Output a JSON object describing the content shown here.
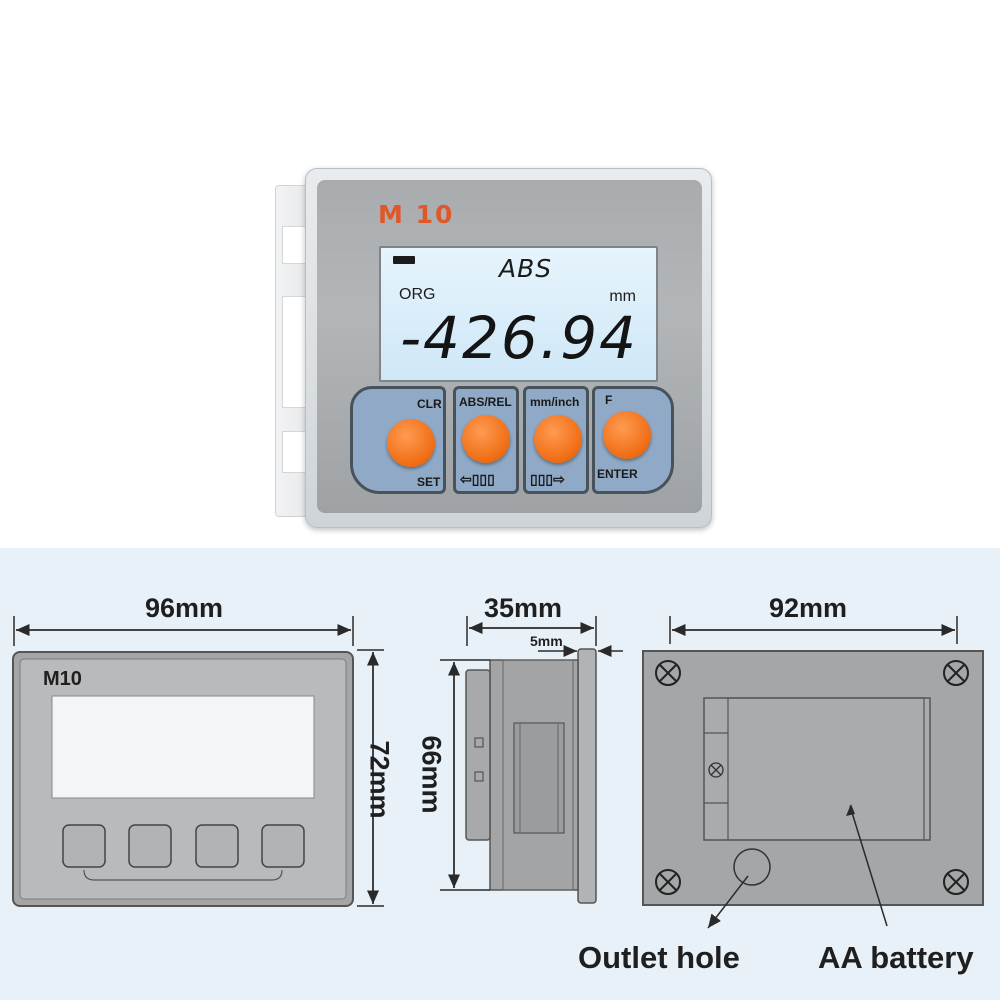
{
  "device": {
    "brand": "M 10",
    "lcd": {
      "mode": "ABS",
      "origin": "ORG",
      "unit": "mm",
      "reading": "-426.94"
    },
    "keys": [
      {
        "top": "CLR",
        "bottom": "SET"
      },
      {
        "top": "ABS/REL",
        "bottom": "⇦▯▯▯"
      },
      {
        "top": "mm/inch",
        "bottom": "▯▯▯⇨"
      },
      {
        "top": "F",
        "bottom": "ENTER"
      }
    ],
    "colors": {
      "brand": "#e0572a",
      "button": "#ef6c12",
      "key_plate": "#8fa9c6",
      "lcd": "#d9ecf8"
    }
  },
  "front_view": {
    "label": "M10",
    "width": "96mm",
    "height": "72mm"
  },
  "side_view": {
    "depth": "35mm",
    "bezel": "5mm",
    "height": "66mm"
  },
  "back_view": {
    "width": "92mm",
    "outlet_label": "Outlet hole",
    "battery_label": "AA battery"
  }
}
